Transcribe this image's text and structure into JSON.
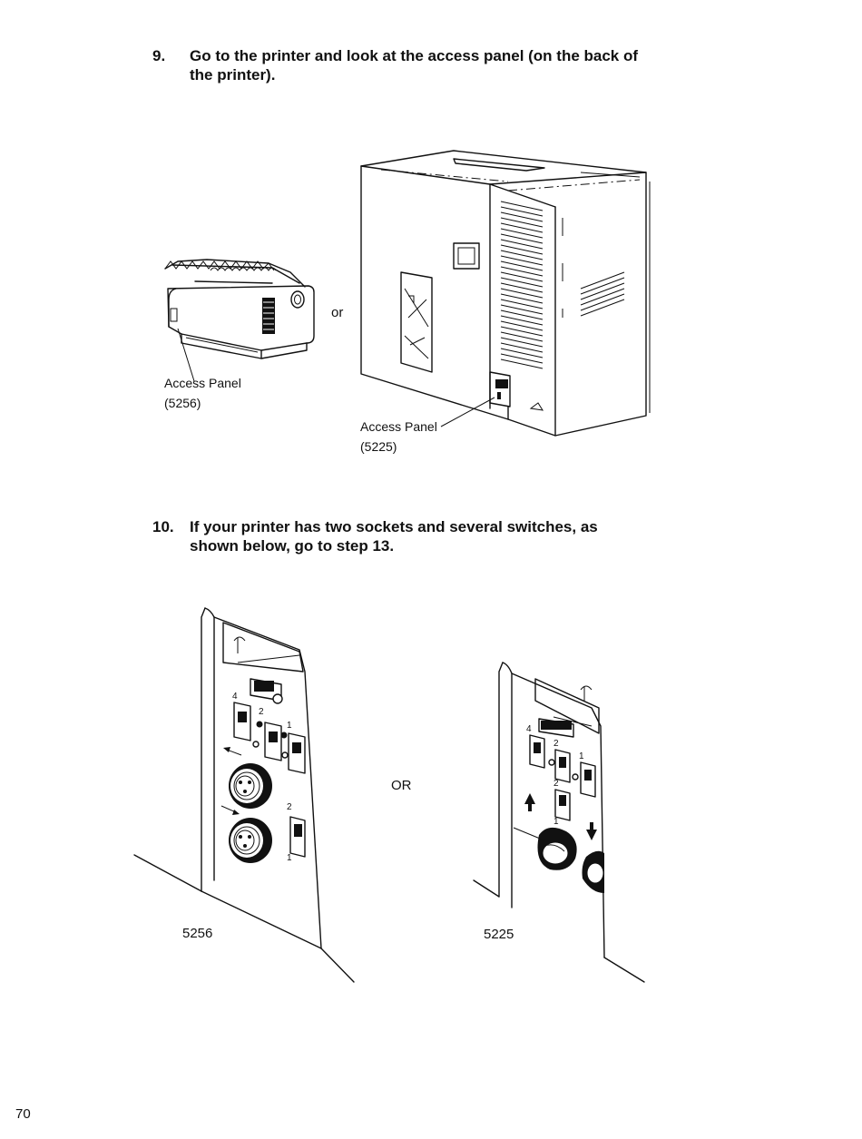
{
  "step9": {
    "number": "9.",
    "line1": "Go to the printer and look at the access panel (on the back of",
    "line2": "the printer)."
  },
  "figure1": {
    "left_label_line1": "Access Panel",
    "left_label_line2": "(5256)",
    "or_word": "or",
    "right_label_line1": "Access Panel",
    "right_label_line2": "(5225)"
  },
  "step10": {
    "number": "10.",
    "line1": "If your printer has two sockets and several switches, as",
    "line2": "shown below, go to step 13."
  },
  "figure2": {
    "or_word": "OR",
    "left_caption": "5256",
    "right_caption": "5225",
    "left_switch_labels": [
      "4",
      "2",
      "1",
      "2",
      "1"
    ],
    "right_switch_labels": [
      "4",
      "2",
      "1",
      "2",
      "1"
    ]
  },
  "page_number": "70"
}
